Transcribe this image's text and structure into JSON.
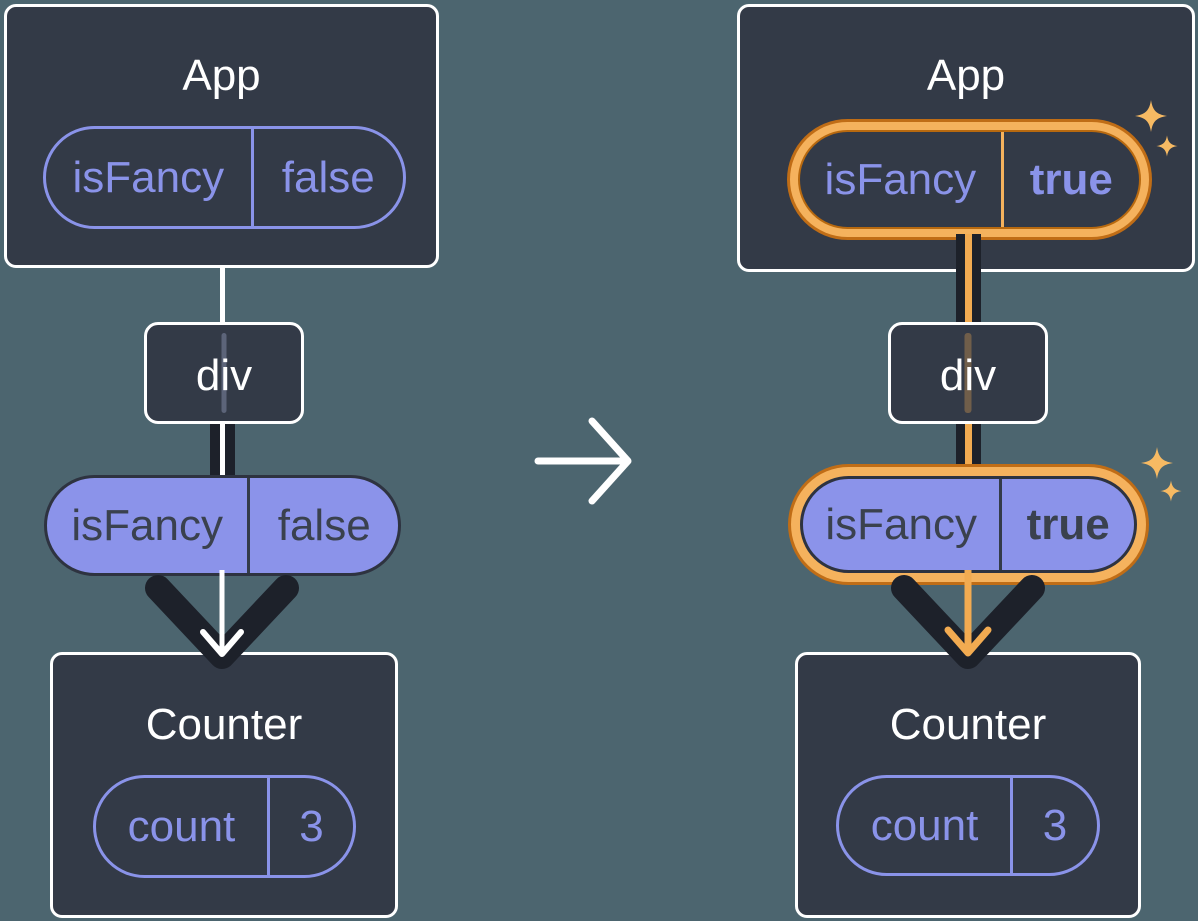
{
  "page_background": "#4C656F",
  "colors": {
    "card_background": "#333A47",
    "card_border": "#FFFFFF",
    "purple_outline": "#8A93E9",
    "purple_fill": "#8B93EA",
    "pill_dark_text": "#3A414E",
    "dark_line": "#1D212A",
    "white_line": "#FFFFFF",
    "highlight_orange_light": "#F5B25D",
    "highlight_orange_dark": "#C06D16",
    "orange_line": "#F2AB51",
    "sparkle": "#F7BA63"
  },
  "transition": {
    "icon": "arrow-right-icon"
  },
  "before": {
    "app": {
      "title": "App",
      "state_name": "isFancy",
      "state_value": "false"
    },
    "middle": {
      "label": "div"
    },
    "prop": {
      "name": "isFancy",
      "value": "false"
    },
    "counter": {
      "title": "Counter",
      "state_name": "count",
      "state_value": "3"
    }
  },
  "after": {
    "app": {
      "title": "App",
      "state_name": "isFancy",
      "state_value": "true"
    },
    "middle": {
      "label": "div"
    },
    "prop": {
      "name": "isFancy",
      "value": "true"
    },
    "counter": {
      "title": "Counter",
      "state_name": "count",
      "state_value": "3"
    },
    "highlight_icon": "sparkle-icon"
  }
}
